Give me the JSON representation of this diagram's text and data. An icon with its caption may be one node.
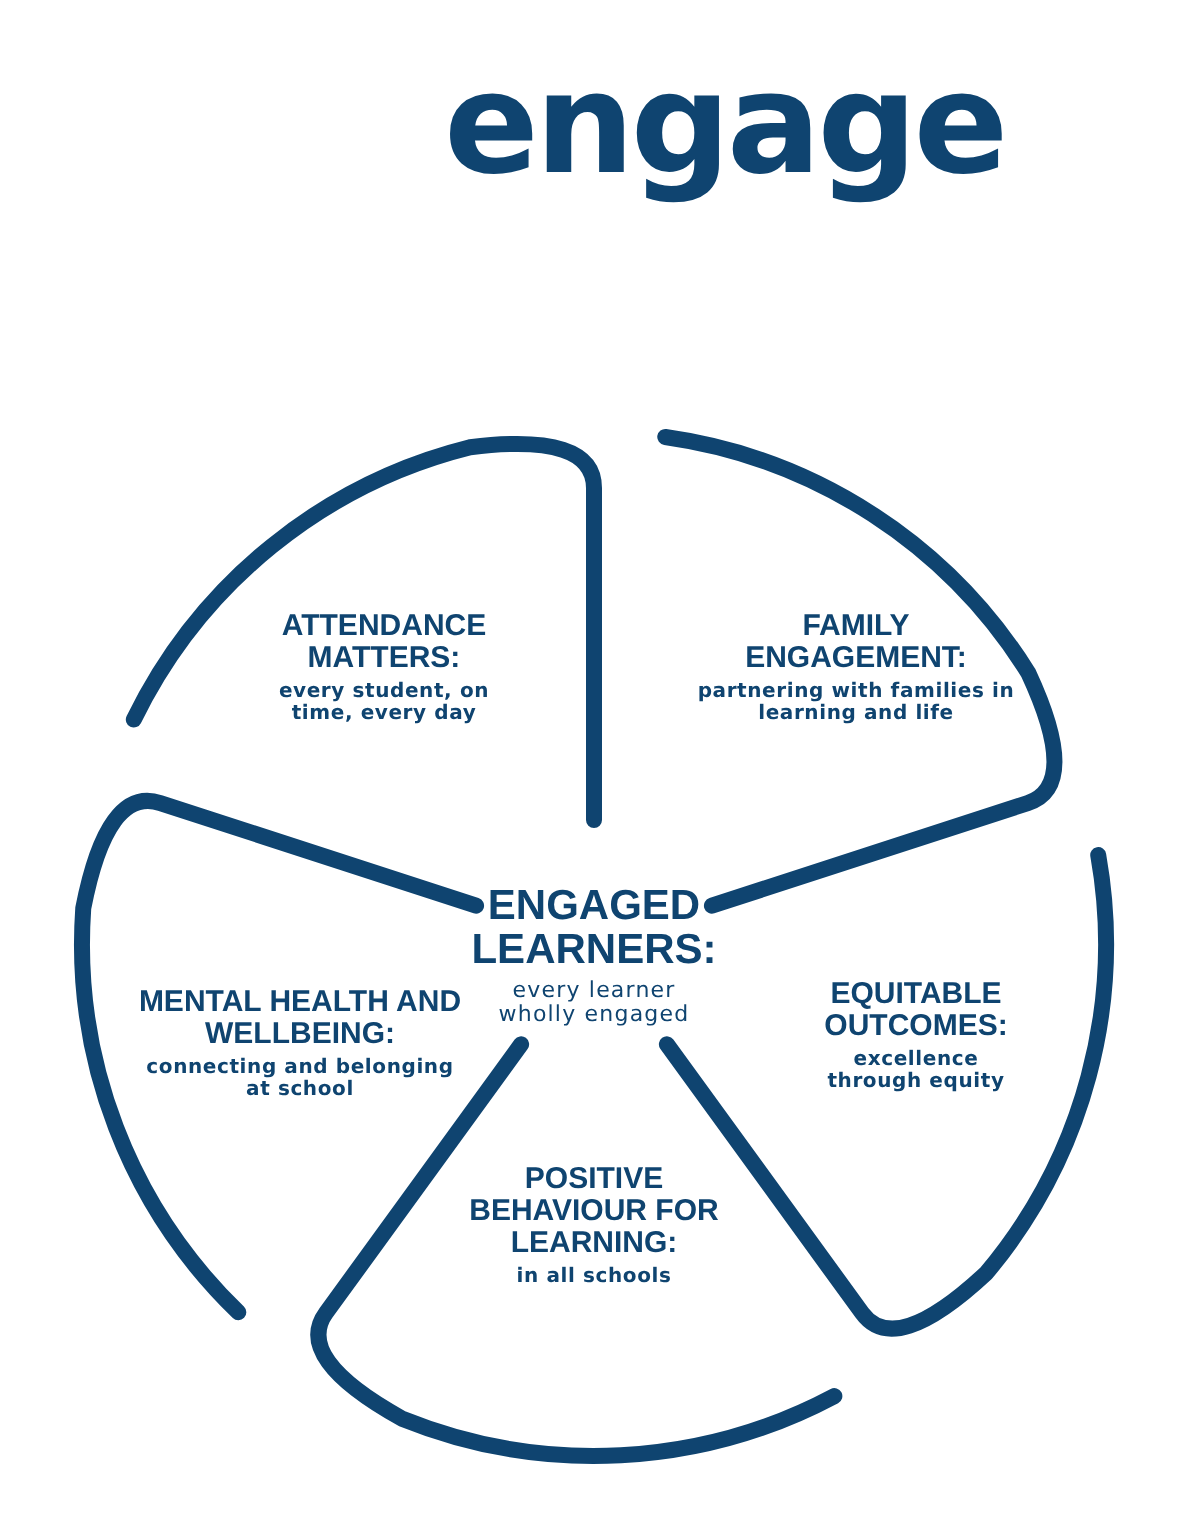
{
  "diagram": {
    "title": "engage",
    "nodes": [
      {
        "text": [
          "ATTENDANCE MATTERS:",
          "every student, on time, every day"
        ]
      },
      {
        "text": [
          "FAMILY ENGAGEMENT:",
          "partnering with families in learning and life"
        ]
      },
      {
        "text": [
          "ENGAGED LEARNERS:",
          "every learner wholly engaged"
        ]
      },
      {
        "text": [
          "MENTAL HEALTH AND WELLBEING:",
          "connecting and belonging at school"
        ]
      },
      {
        "text": [
          "EQUITABLE OUTCOMES:",
          "excellence through equity"
        ]
      },
      {
        "text": [
          "POSITIVE BEHAVIOUR FOR LEARNING:",
          "in all schools"
        ]
      }
    ]
  }
}
